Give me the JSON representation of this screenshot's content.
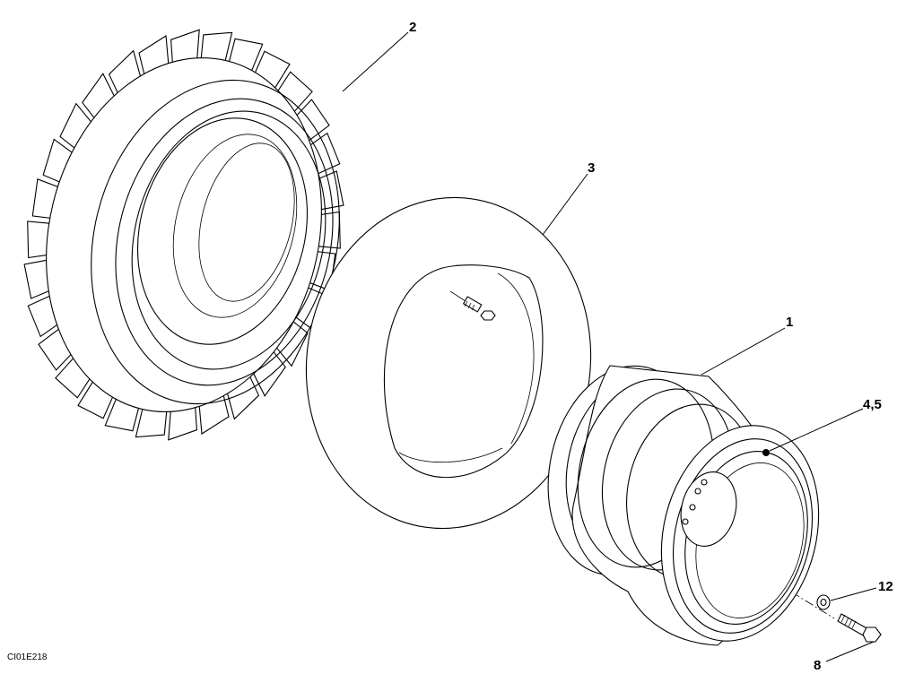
{
  "drawing": {
    "code": "CI01E218",
    "callouts": {
      "tyre": "2",
      "tube": "3",
      "rim": "1",
      "valve": "4,5",
      "washer": "12",
      "bolt": "8"
    }
  },
  "parts": [
    "tyre",
    "inner-tube",
    "wheel-rim",
    "valve",
    "washer",
    "wheel-bolt"
  ]
}
